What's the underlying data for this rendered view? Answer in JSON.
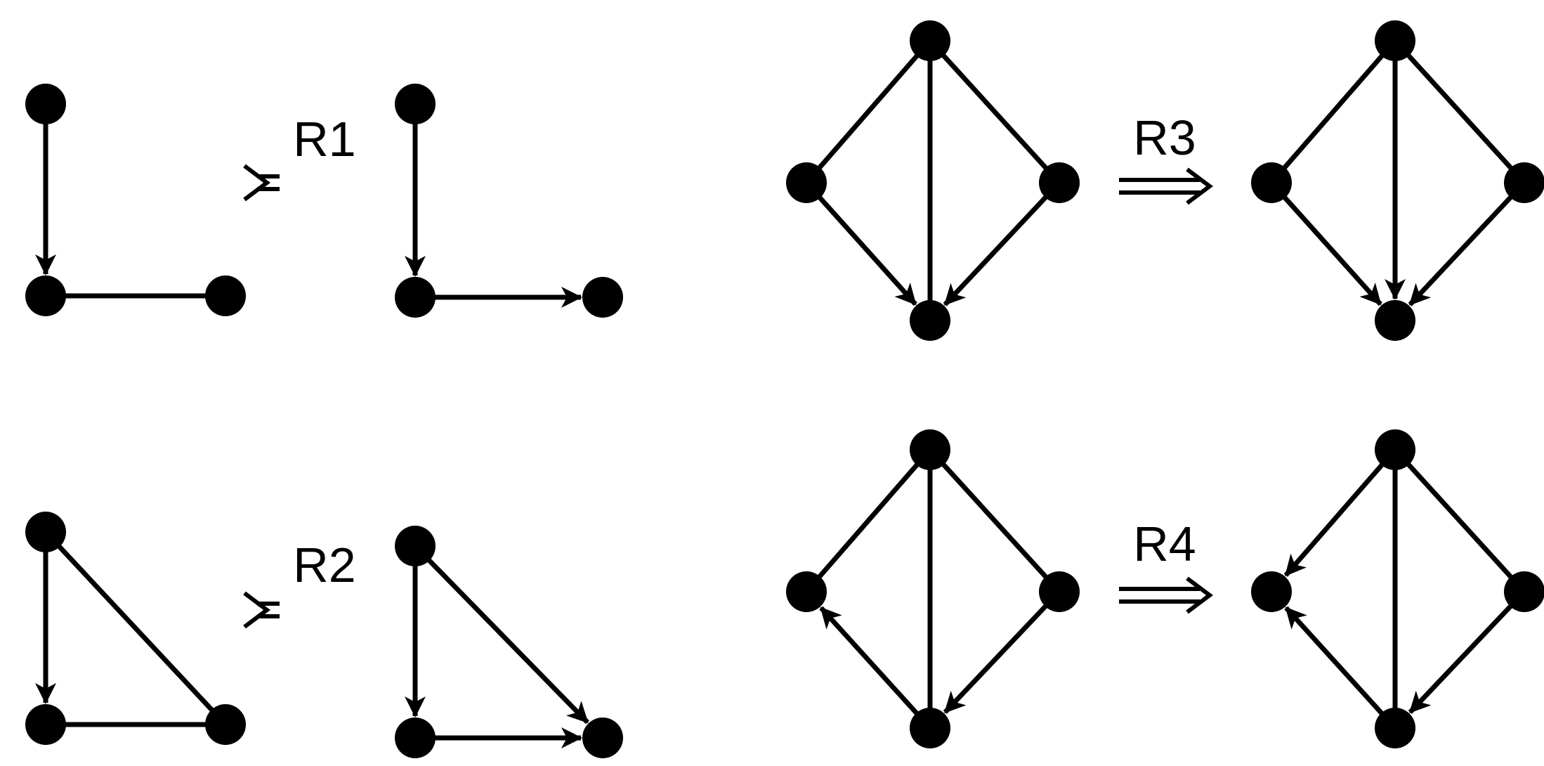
{
  "figure": {
    "background": "#ffffff",
    "ink_color": "#000000"
  },
  "rules": [
    {
      "label": "R1",
      "before": {
        "nodes": [
          "v1",
          "v2",
          "v3"
        ],
        "edges": [
          {
            "from": "v1",
            "to": "v2",
            "directed": true
          },
          {
            "from": "v2",
            "to": "v3",
            "directed": false
          }
        ]
      },
      "after": {
        "nodes": [
          "v1",
          "v2",
          "v3"
        ],
        "edges": [
          {
            "from": "v1",
            "to": "v2",
            "directed": true
          },
          {
            "from": "v2",
            "to": "v3",
            "directed": true
          }
        ]
      }
    },
    {
      "label": "R2",
      "before": {
        "nodes": [
          "v1",
          "v2",
          "v3"
        ],
        "edges": [
          {
            "from": "v1",
            "to": "v2",
            "directed": true
          },
          {
            "from": "v2",
            "to": "v3",
            "directed": false
          },
          {
            "from": "v1",
            "to": "v3",
            "directed": false
          }
        ]
      },
      "after": {
        "nodes": [
          "v1",
          "v2",
          "v3"
        ],
        "edges": [
          {
            "from": "v1",
            "to": "v2",
            "directed": true
          },
          {
            "from": "v2",
            "to": "v3",
            "directed": true
          },
          {
            "from": "v1",
            "to": "v3",
            "directed": true
          }
        ]
      }
    },
    {
      "label": "R3",
      "before": {
        "nodes": [
          "top",
          "left",
          "right",
          "bottom"
        ],
        "edges": [
          {
            "from": "top",
            "to": "left",
            "directed": false
          },
          {
            "from": "top",
            "to": "right",
            "directed": false
          },
          {
            "from": "top",
            "to": "bottom",
            "directed": false
          },
          {
            "from": "left",
            "to": "bottom",
            "directed": true
          },
          {
            "from": "right",
            "to": "bottom",
            "directed": true
          }
        ]
      },
      "after": {
        "nodes": [
          "top",
          "left",
          "right",
          "bottom"
        ],
        "edges": [
          {
            "from": "top",
            "to": "left",
            "directed": false
          },
          {
            "from": "top",
            "to": "right",
            "directed": false
          },
          {
            "from": "top",
            "to": "bottom",
            "directed": true
          },
          {
            "from": "left",
            "to": "bottom",
            "directed": true
          },
          {
            "from": "right",
            "to": "bottom",
            "directed": true
          }
        ]
      }
    },
    {
      "label": "R4",
      "before": {
        "nodes": [
          "top",
          "left",
          "right",
          "bottom"
        ],
        "edges": [
          {
            "from": "top",
            "to": "left",
            "directed": false
          },
          {
            "from": "top",
            "to": "right",
            "directed": false
          },
          {
            "from": "top",
            "to": "bottom",
            "directed": false
          },
          {
            "from": "bottom",
            "to": "left",
            "directed": true
          },
          {
            "from": "right",
            "to": "bottom",
            "directed": true
          }
        ]
      },
      "after": {
        "nodes": [
          "top",
          "left",
          "right",
          "bottom"
        ],
        "edges": [
          {
            "from": "top",
            "to": "left",
            "directed": true
          },
          {
            "from": "top",
            "to": "right",
            "directed": false
          },
          {
            "from": "top",
            "to": "bottom",
            "directed": false
          },
          {
            "from": "bottom",
            "to": "left",
            "directed": true
          },
          {
            "from": "right",
            "to": "bottom",
            "directed": true
          }
        ]
      }
    }
  ]
}
